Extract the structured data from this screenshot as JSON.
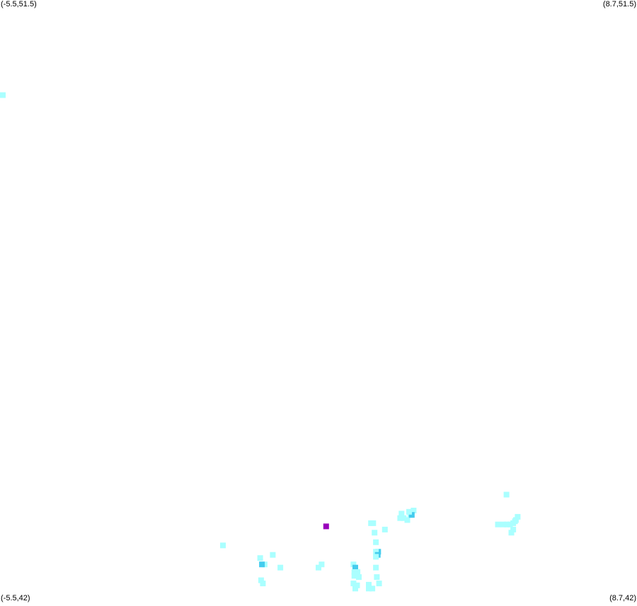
{
  "map": {
    "corners": {
      "top_left": "(-5.5,51.5)",
      "top_right": "(8.7,51.5)",
      "bottom_left": "(-5.5,42)",
      "bottom_right": "(8.7,42)"
    },
    "bounds": {
      "lon_min": -5.5,
      "lon_max": 8.7,
      "lat_min": 42,
      "lat_max": 51.5
    },
    "colors": {
      "low": "#aaffff",
      "mid": "#44ccee",
      "high": "#9900bb"
    },
    "cells": [
      {
        "lon": -5.48,
        "lat": 50.0,
        "level": "low"
      },
      {
        "lon": 1.77,
        "lat": 43.2,
        "level": "high"
      },
      {
        "lon": -0.53,
        "lat": 42.9,
        "level": "low"
      },
      {
        "lon": 0.3,
        "lat": 42.7,
        "level": "low"
      },
      {
        "lon": 0.4,
        "lat": 42.6,
        "level": "low"
      },
      {
        "lon": 0.34,
        "lat": 42.6,
        "level": "mid"
      },
      {
        "lon": 0.75,
        "lat": 42.55,
        "level": "low"
      },
      {
        "lon": 1.6,
        "lat": 42.55,
        "level": "low"
      },
      {
        "lon": 1.67,
        "lat": 42.6,
        "level": "low"
      },
      {
        "lon": 0.58,
        "lat": 42.75,
        "level": "low"
      },
      {
        "lon": 0.32,
        "lat": 42.35,
        "level": "low"
      },
      {
        "lon": 0.36,
        "lat": 42.3,
        "level": "low"
      },
      {
        "lon": 2.38,
        "lat": 42.6,
        "level": "low"
      },
      {
        "lon": 2.42,
        "lat": 42.55,
        "level": "mid"
      },
      {
        "lon": 2.4,
        "lat": 42.48,
        "level": "low"
      },
      {
        "lon": 2.4,
        "lat": 42.42,
        "level": "low"
      },
      {
        "lon": 2.47,
        "lat": 42.48,
        "level": "low"
      },
      {
        "lon": 2.5,
        "lat": 42.4,
        "level": "low"
      },
      {
        "lon": 2.38,
        "lat": 42.3,
        "level": "low"
      },
      {
        "lon": 2.46,
        "lat": 42.27,
        "level": "low"
      },
      {
        "lon": 2.42,
        "lat": 42.22,
        "level": "low"
      },
      {
        "lon": 2.72,
        "lat": 42.28,
        "level": "low"
      },
      {
        "lon": 2.8,
        "lat": 42.22,
        "level": "low"
      },
      {
        "lon": 2.72,
        "lat": 42.22,
        "level": "low"
      },
      {
        "lon": 2.9,
        "lat": 42.4,
        "level": "low"
      },
      {
        "lon": 2.95,
        "lat": 42.3,
        "level": "low"
      },
      {
        "lon": 2.88,
        "lat": 42.55,
        "level": "low"
      },
      {
        "lon": 2.85,
        "lat": 43.1,
        "level": "low"
      },
      {
        "lon": 2.88,
        "lat": 42.95,
        "level": "low"
      },
      {
        "lon": 2.93,
        "lat": 42.8,
        "level": "mid"
      },
      {
        "lon": 2.88,
        "lat": 42.8,
        "level": "low"
      },
      {
        "lon": 2.92,
        "lat": 42.75,
        "level": "mid"
      },
      {
        "lon": 2.88,
        "lat": 42.72,
        "level": "low"
      },
      {
        "lon": 2.82,
        "lat": 43.25,
        "level": "low"
      },
      {
        "lon": 2.77,
        "lat": 43.25,
        "level": "low"
      },
      {
        "lon": 3.08,
        "lat": 43.15,
        "level": "low"
      },
      {
        "lon": 3.45,
        "lat": 43.4,
        "level": "low"
      },
      {
        "lon": 3.5,
        "lat": 43.33,
        "level": "low"
      },
      {
        "lon": 3.42,
        "lat": 43.33,
        "level": "low"
      },
      {
        "lon": 3.58,
        "lat": 43.3,
        "level": "low"
      },
      {
        "lon": 3.65,
        "lat": 43.38,
        "level": "low"
      },
      {
        "lon": 3.72,
        "lat": 43.45,
        "level": "low"
      },
      {
        "lon": 3.68,
        "lat": 43.38,
        "level": "mid"
      },
      {
        "lon": 3.62,
        "lat": 43.43,
        "level": "low"
      },
      {
        "lon": 5.79,
        "lat": 43.7,
        "level": "low"
      },
      {
        "lon": 5.6,
        "lat": 43.23,
        "level": "low"
      },
      {
        "lon": 5.72,
        "lat": 43.23,
        "level": "low"
      },
      {
        "lon": 5.8,
        "lat": 43.23,
        "level": "low"
      },
      {
        "lon": 5.87,
        "lat": 43.23,
        "level": "low"
      },
      {
        "lon": 5.94,
        "lat": 43.25,
        "level": "low"
      },
      {
        "lon": 6.0,
        "lat": 43.3,
        "level": "low"
      },
      {
        "lon": 6.04,
        "lat": 43.35,
        "level": "low"
      },
      {
        "lon": 5.98,
        "lat": 43.28,
        "level": "low"
      },
      {
        "lon": 5.9,
        "lat": 43.1,
        "level": "low"
      },
      {
        "lon": 5.94,
        "lat": 43.15,
        "level": "low"
      }
    ]
  }
}
